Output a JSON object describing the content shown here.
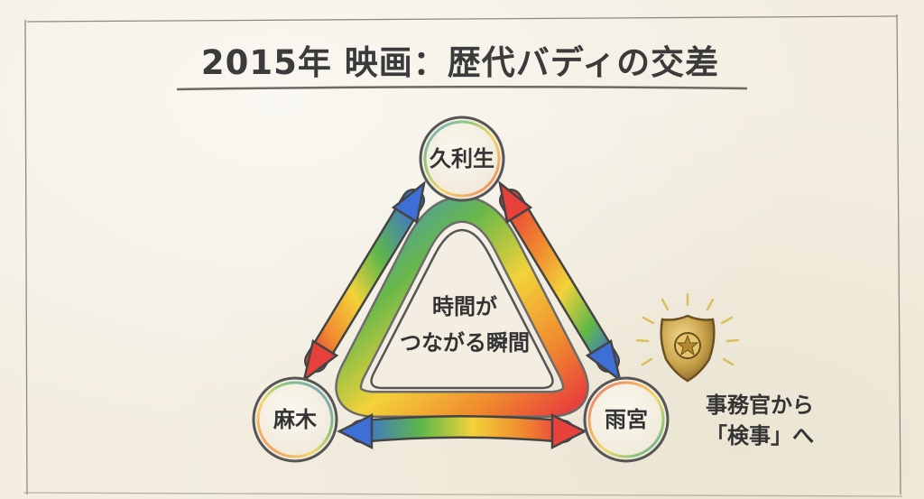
{
  "title": "2015年 映画：歴代バディの交差",
  "nodes": {
    "top": "久利生",
    "left": "麻木",
    "right": "雨宮"
  },
  "center": {
    "line1": "時間が",
    "line2": "つながる瞬間"
  },
  "note": {
    "line1": "事務官から",
    "line2": "「検事」へ"
  },
  "icons": {
    "badge": "prosecutor-badge-icon"
  },
  "colors": {
    "paper": "#f3eee1",
    "text": "#333333",
    "rainbow": [
      "#e8413c",
      "#f08a2e",
      "#f3d23a",
      "#69b84a",
      "#3d8ed6",
      "#5b4fb3"
    ]
  }
}
